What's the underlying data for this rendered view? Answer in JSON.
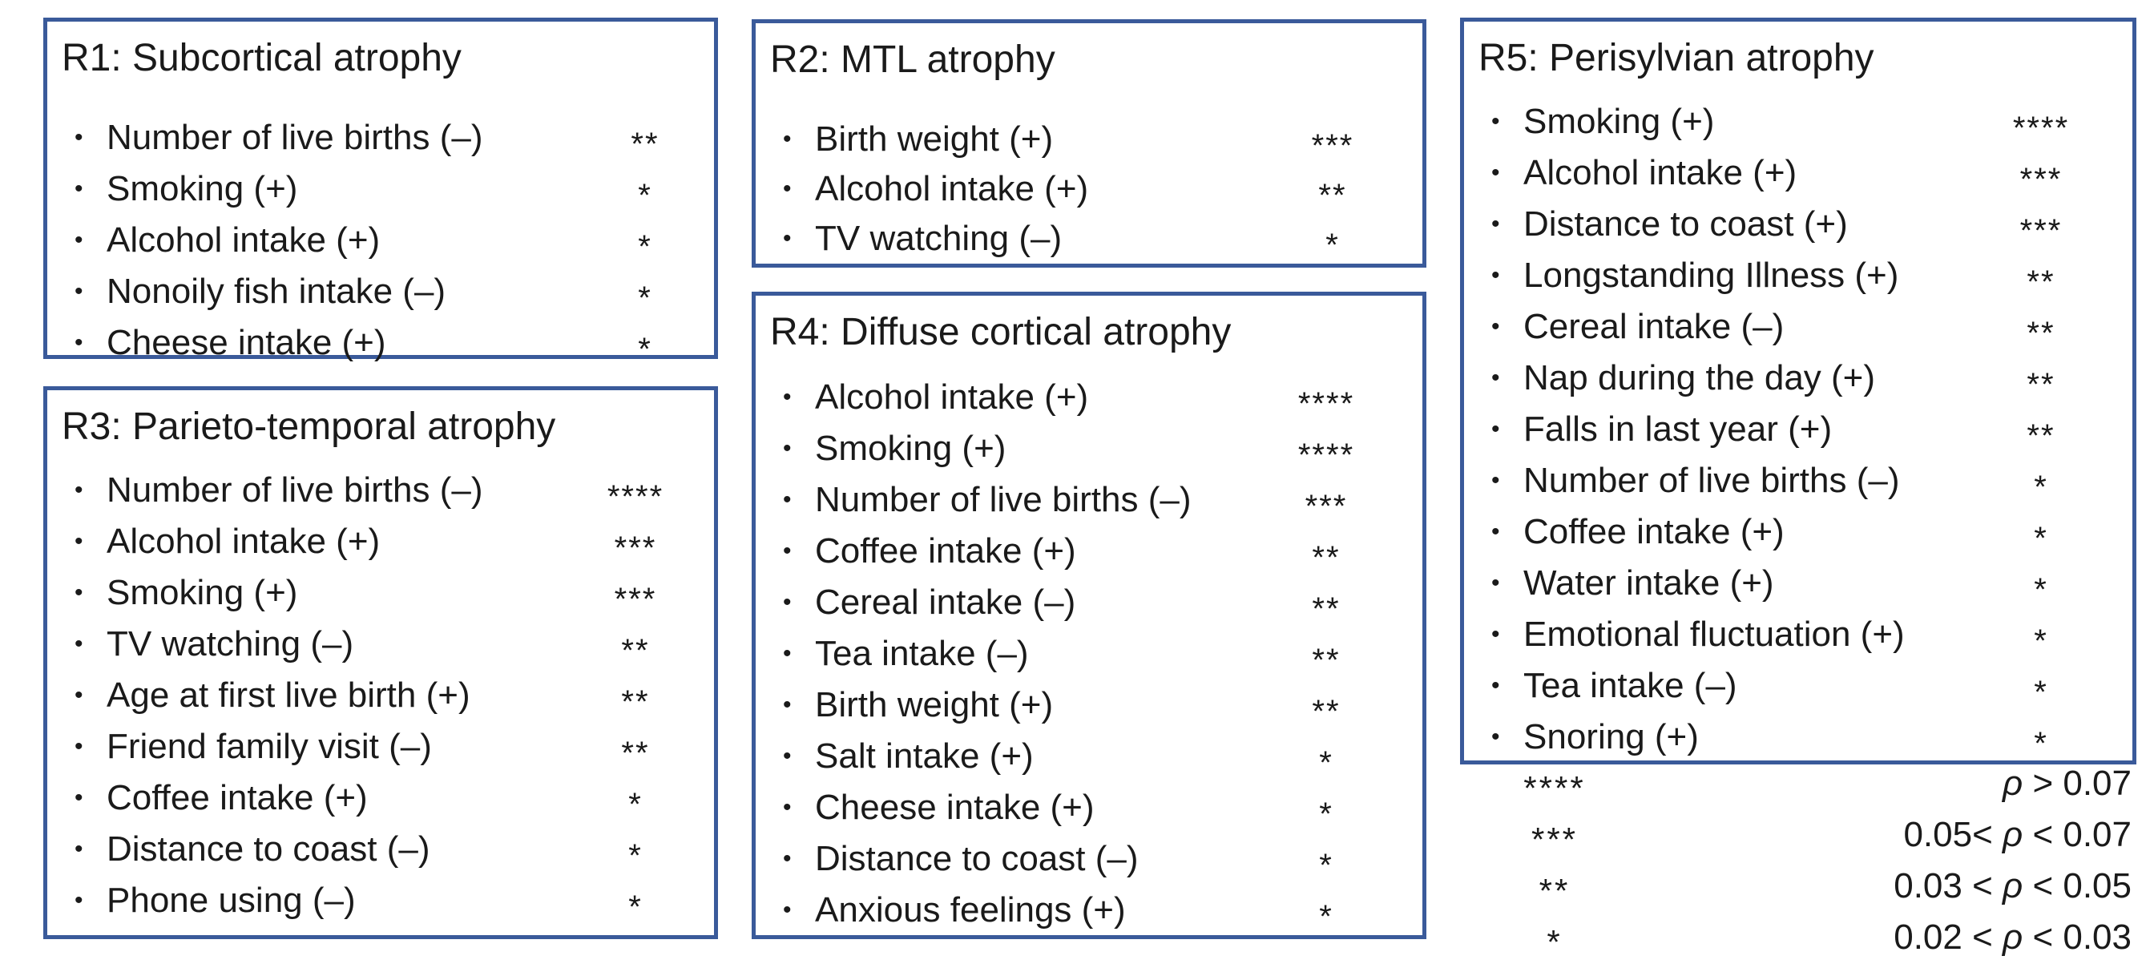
{
  "panels": [
    {
      "id": "r1",
      "title": "R1: Subcortical atrophy",
      "items": [
        {
          "label": "Number of live births (–)",
          "stars": "**"
        },
        {
          "label": "Smoking (+)",
          "stars": "*"
        },
        {
          "label": "Alcohol intake (+)",
          "stars": "*"
        },
        {
          "label": "Nonoily fish intake (–)",
          "stars": "*"
        },
        {
          "label": "Cheese intake (+)",
          "stars": "*"
        }
      ]
    },
    {
      "id": "r2",
      "title": "R2: MTL atrophy",
      "items": [
        {
          "label": "Birth weight (+)",
          "stars": "***"
        },
        {
          "label": "Alcohol intake (+)",
          "stars": "**"
        },
        {
          "label": "TV watching (–)",
          "stars": "*"
        }
      ]
    },
    {
      "id": "r3",
      "title": "R3: Parieto-temporal atrophy",
      "items": [
        {
          "label": "Number of live births (–)",
          "stars": "****"
        },
        {
          "label": "Alcohol intake (+)",
          "stars": "***"
        },
        {
          "label": "Smoking (+)",
          "stars": "***"
        },
        {
          "label": "TV watching (–)",
          "stars": "**"
        },
        {
          "label": "Age at first live birth (+)",
          "stars": "**"
        },
        {
          "label": "Friend family visit (–)",
          "stars": "**"
        },
        {
          "label": "Coffee intake (+)",
          "stars": "*"
        },
        {
          "label": "Distance to coast (–)",
          "stars": "*"
        },
        {
          "label": "Phone using (–)",
          "stars": "*"
        }
      ]
    },
    {
      "id": "r4",
      "title": "R4: Diffuse cortical atrophy",
      "items": [
        {
          "label": "Alcohol intake (+)",
          "stars": "****"
        },
        {
          "label": "Smoking (+)",
          "stars": "****"
        },
        {
          "label": "Number of live births (–)",
          "stars": "***"
        },
        {
          "label": "Coffee intake (+)",
          "stars": "**"
        },
        {
          "label": "Cereal intake (–)",
          "stars": "**"
        },
        {
          "label": "Tea intake (–)",
          "stars": "**"
        },
        {
          "label": "Birth weight (+)",
          "stars": "**"
        },
        {
          "label": "Salt intake (+)",
          "stars": "*"
        },
        {
          "label": "Cheese intake (+)",
          "stars": "*"
        },
        {
          "label": "Distance to coast (–)",
          "stars": "*"
        },
        {
          "label": "Anxious feelings (+)",
          "stars": "*"
        }
      ]
    },
    {
      "id": "r5",
      "title": "R5: Perisylvian atrophy",
      "items": [
        {
          "label": "Smoking (+)",
          "stars": "****"
        },
        {
          "label": "Alcohol intake (+)",
          "stars": "***"
        },
        {
          "label": "Distance to coast (+)",
          "stars": "***"
        },
        {
          "label": "Longstanding Illness (+)",
          "stars": "**"
        },
        {
          "label": "Cereal intake (–)",
          "stars": "**"
        },
        {
          "label": "Nap during the day (+)",
          "stars": "**"
        },
        {
          "label": "Falls in last year (+)",
          "stars": "**"
        },
        {
          "label": "Number of live births (–)",
          "stars": "*"
        },
        {
          "label": "Coffee intake (+)",
          "stars": "*"
        },
        {
          "label": "Water intake (+)",
          "stars": "*"
        },
        {
          "label": "Emotional fluctuation (+)",
          "stars": "*"
        },
        {
          "label": "Tea intake (–)",
          "stars": "*"
        },
        {
          "label": "Snoring (+)",
          "stars": "*"
        }
      ]
    }
  ],
  "legend": [
    {
      "stars": "****",
      "range": "ρ > 0.07"
    },
    {
      "stars": "***",
      "range": "0.05< ρ < 0.07"
    },
    {
      "stars": "**",
      "range": "0.03 < ρ < 0.05"
    },
    {
      "stars": "*",
      "range": "0.02 < ρ < 0.03"
    }
  ]
}
